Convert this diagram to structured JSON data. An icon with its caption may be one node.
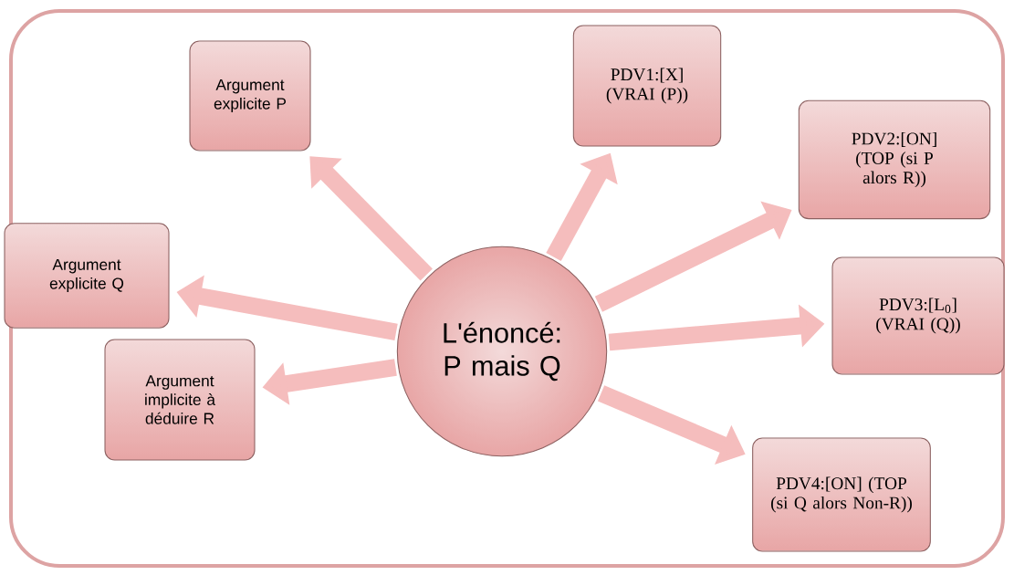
{
  "diagram": {
    "nodes": [
      {
        "text": [
          "Argument explicite P"
        ]
      },
      {
        "text": [
          "PDV1:[X] (VRAI (P))"
        ]
      },
      {
        "text": [
          "PDV2:[ON] (TOP (si P alors R))"
        ]
      },
      {
        "text": [
          "Argument explicite Q"
        ]
      },
      {
        "text": [
          "L'énoncé: P mais Q"
        ]
      },
      {
        "text": [
          "PDV3:[L$_{0}$] (VRAI (Q))"
        ]
      },
      {
        "text": [
          "Argument implicite à déduire R"
        ]
      },
      {
        "text": [
          "PDV4:[ON] (TOP (si Q alors Non-R))"
        ]
      }
    ],
    "edges": [
      {
        "from": 4,
        "to": 0,
        "arrow": "to"
      },
      {
        "from": 4,
        "to": 1,
        "arrow": "to"
      },
      {
        "from": 4,
        "to": 2,
        "arrow": "to"
      },
      {
        "from": 4,
        "to": 3,
        "arrow": "to"
      },
      {
        "from": 4,
        "to": 5,
        "arrow": "to"
      },
      {
        "from": 4,
        "to": 6,
        "arrow": "to"
      },
      {
        "from": 4,
        "to": 7,
        "arrow": "to"
      }
    ]
  }
}
